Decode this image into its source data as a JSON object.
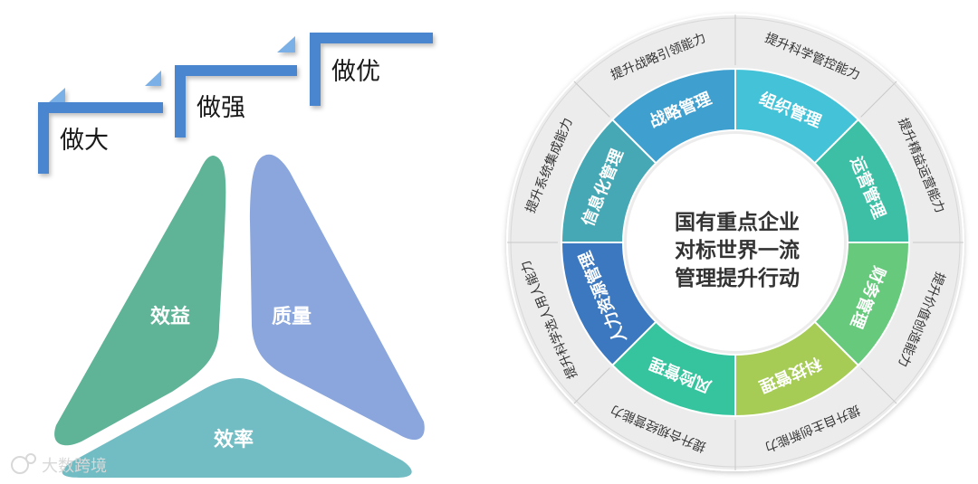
{
  "steps": [
    "做大",
    "做强",
    "做优"
  ],
  "triangle": {
    "left": "效益",
    "right": "质量",
    "bottom": "效率",
    "colors": [
      "#5fb396",
      "#8aa6dc",
      "#72bcc4"
    ]
  },
  "wheel": {
    "center_lines": [
      "国有重点企业",
      "对标世界一流",
      "管理提升行动"
    ],
    "segments": [
      {
        "inner": "战略管理",
        "outer": "提升战略引领能力",
        "color": "#3fa0d0"
      },
      {
        "inner": "组织管理",
        "outer": "提升科学管控能力",
        "color": "#44c2d8"
      },
      {
        "inner": "运营管理",
        "outer": "提升精益运营能力",
        "color": "#3cbfa4"
      },
      {
        "inner": "财务管理",
        "outer": "提升价值创造能力",
        "color": "#66c97c"
      },
      {
        "inner": "科技管理",
        "outer": "提升自主创新能力",
        "color": "#a6cc56"
      },
      {
        "inner": "风险管理",
        "outer": "提升合规经营能力",
        "color": "#36c49e"
      },
      {
        "inner": "人力资源管理",
        "outer": "提升科学选人用人能力",
        "color": "#3b78c0"
      },
      {
        "inner": "信息化管理",
        "outer": "提升系统集成能力",
        "color": "#45a8b4"
      }
    ]
  },
  "watermark": "大数跨境"
}
